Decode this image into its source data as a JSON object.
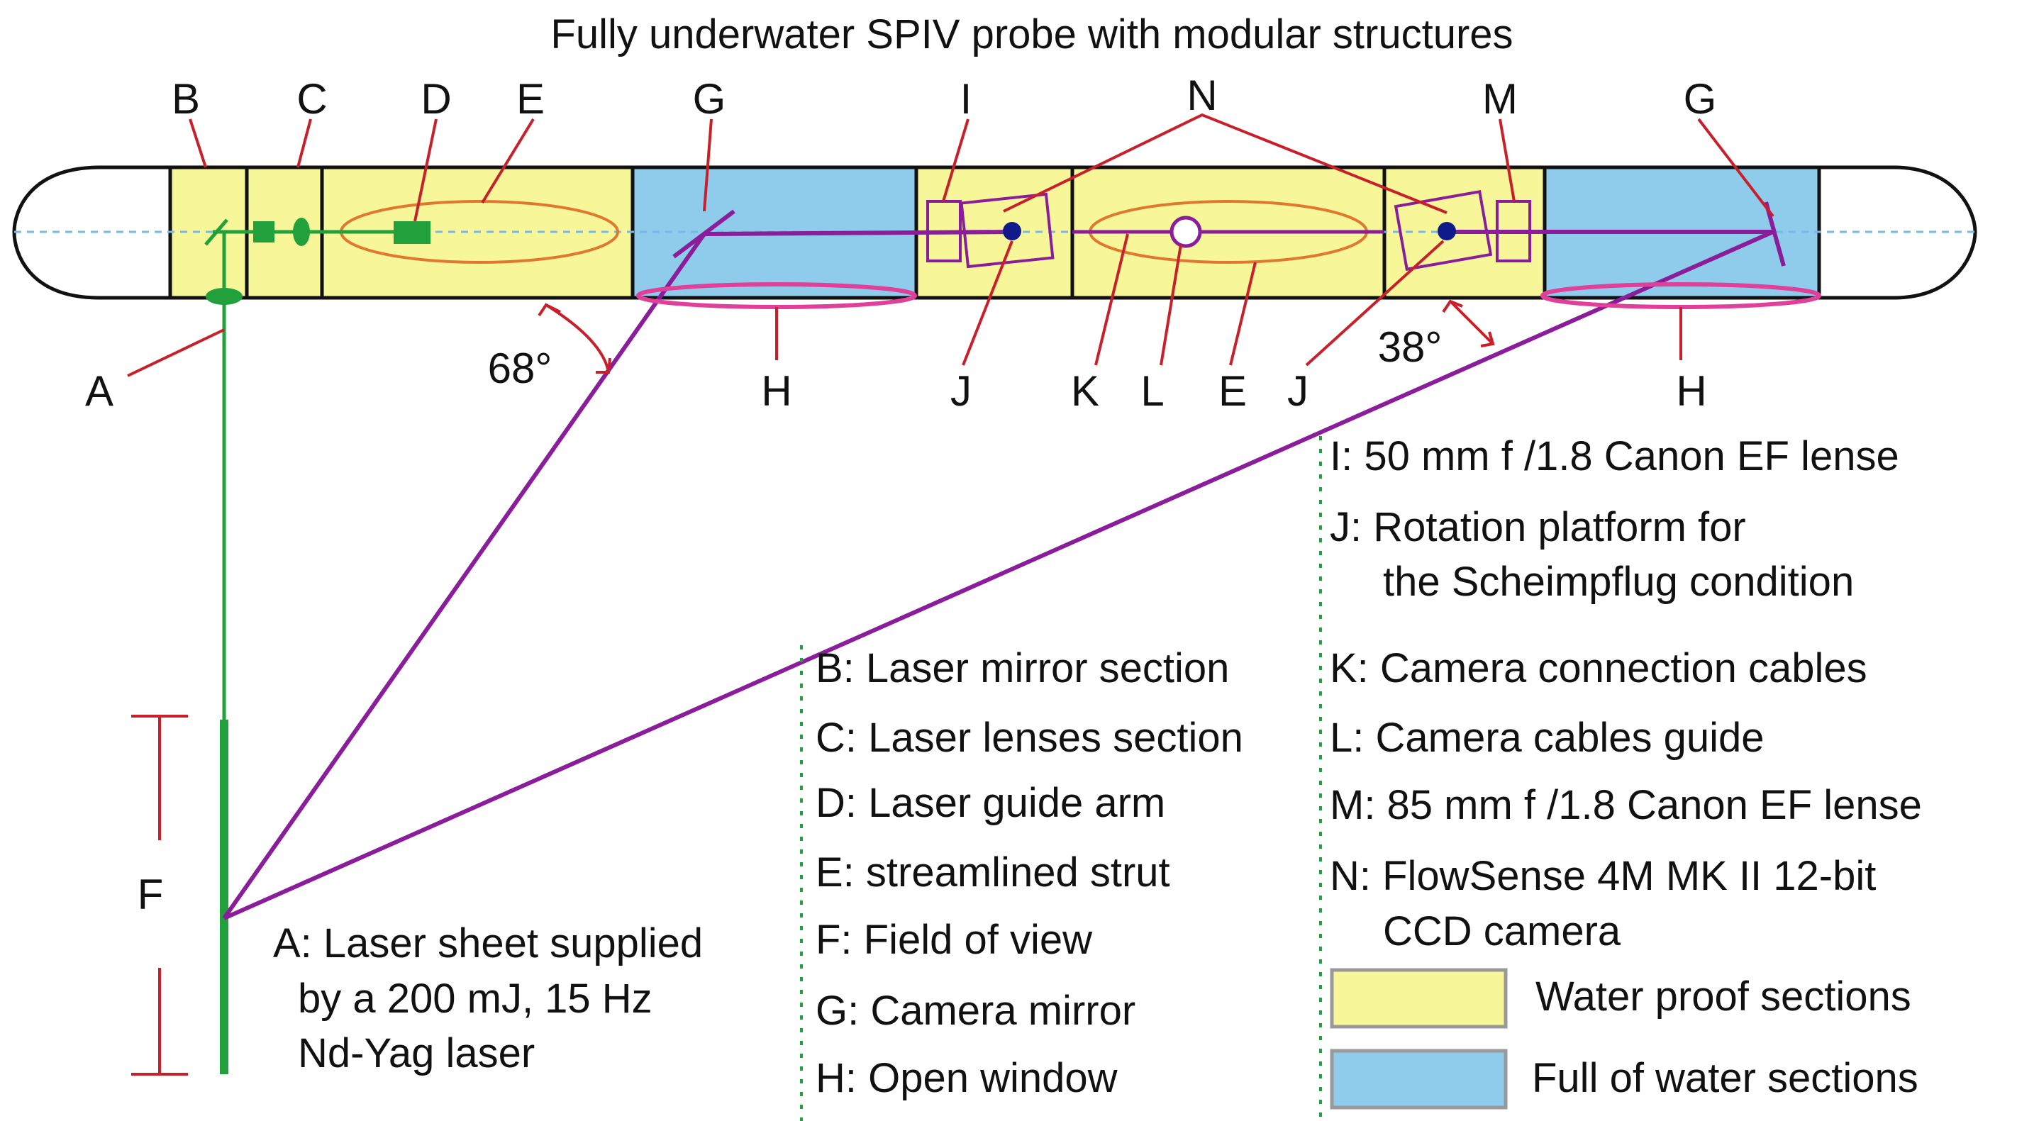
{
  "title": "Fully underwater SPIV probe with modular structures",
  "colors": {
    "waterproof": "#f7f79a",
    "water": "#8fcbea",
    "laser": "#22a03c",
    "camera_ray": "#8a1e9a",
    "leader": "#c8202a",
    "window": "#e0409a",
    "axis": "#7ab8e8",
    "strut": "#e07830"
  },
  "labels": {
    "top": {
      "B": "B",
      "C": "C",
      "D": "D",
      "E": "E",
      "G1": "G",
      "I": "I",
      "N": "N",
      "M": "M",
      "G2": "G"
    },
    "bottom": {
      "A": "A",
      "H1": "H",
      "J1": "J",
      "K": "K",
      "L": "L",
      "E2": "E",
      "J2": "J",
      "H2": "H"
    },
    "F": "F",
    "angle1": "68°",
    "angle2": "38°"
  },
  "legend_left": {
    "A_lines": [
      "A: Laser sheet supplied",
      "by a 200 mJ, 15 Hz",
      "Nd-Yag laser"
    ]
  },
  "legend_mid": [
    "B: Laser mirror section",
    "C: Laser lenses section",
    "D: Laser guide arm",
    "E: streamlined strut",
    "F: Field of view",
    "G: Camera mirror",
    "H: Open window"
  ],
  "legend_right": {
    "I": "I: 50 mm f /1.8 Canon EF lense",
    "J1": "J: Rotation platform for",
    "J2": "the Scheimpflug condition",
    "K": "K: Camera connection cables",
    "L": "L: Camera cables guide",
    "M": "M: 85 mm f /1.8 Canon EF lense",
    "N1": "N: FlowSense 4M MK II 12-bit",
    "N2": "CCD camera",
    "swatch1": "Water proof sections",
    "swatch2": "Full of water sections"
  }
}
